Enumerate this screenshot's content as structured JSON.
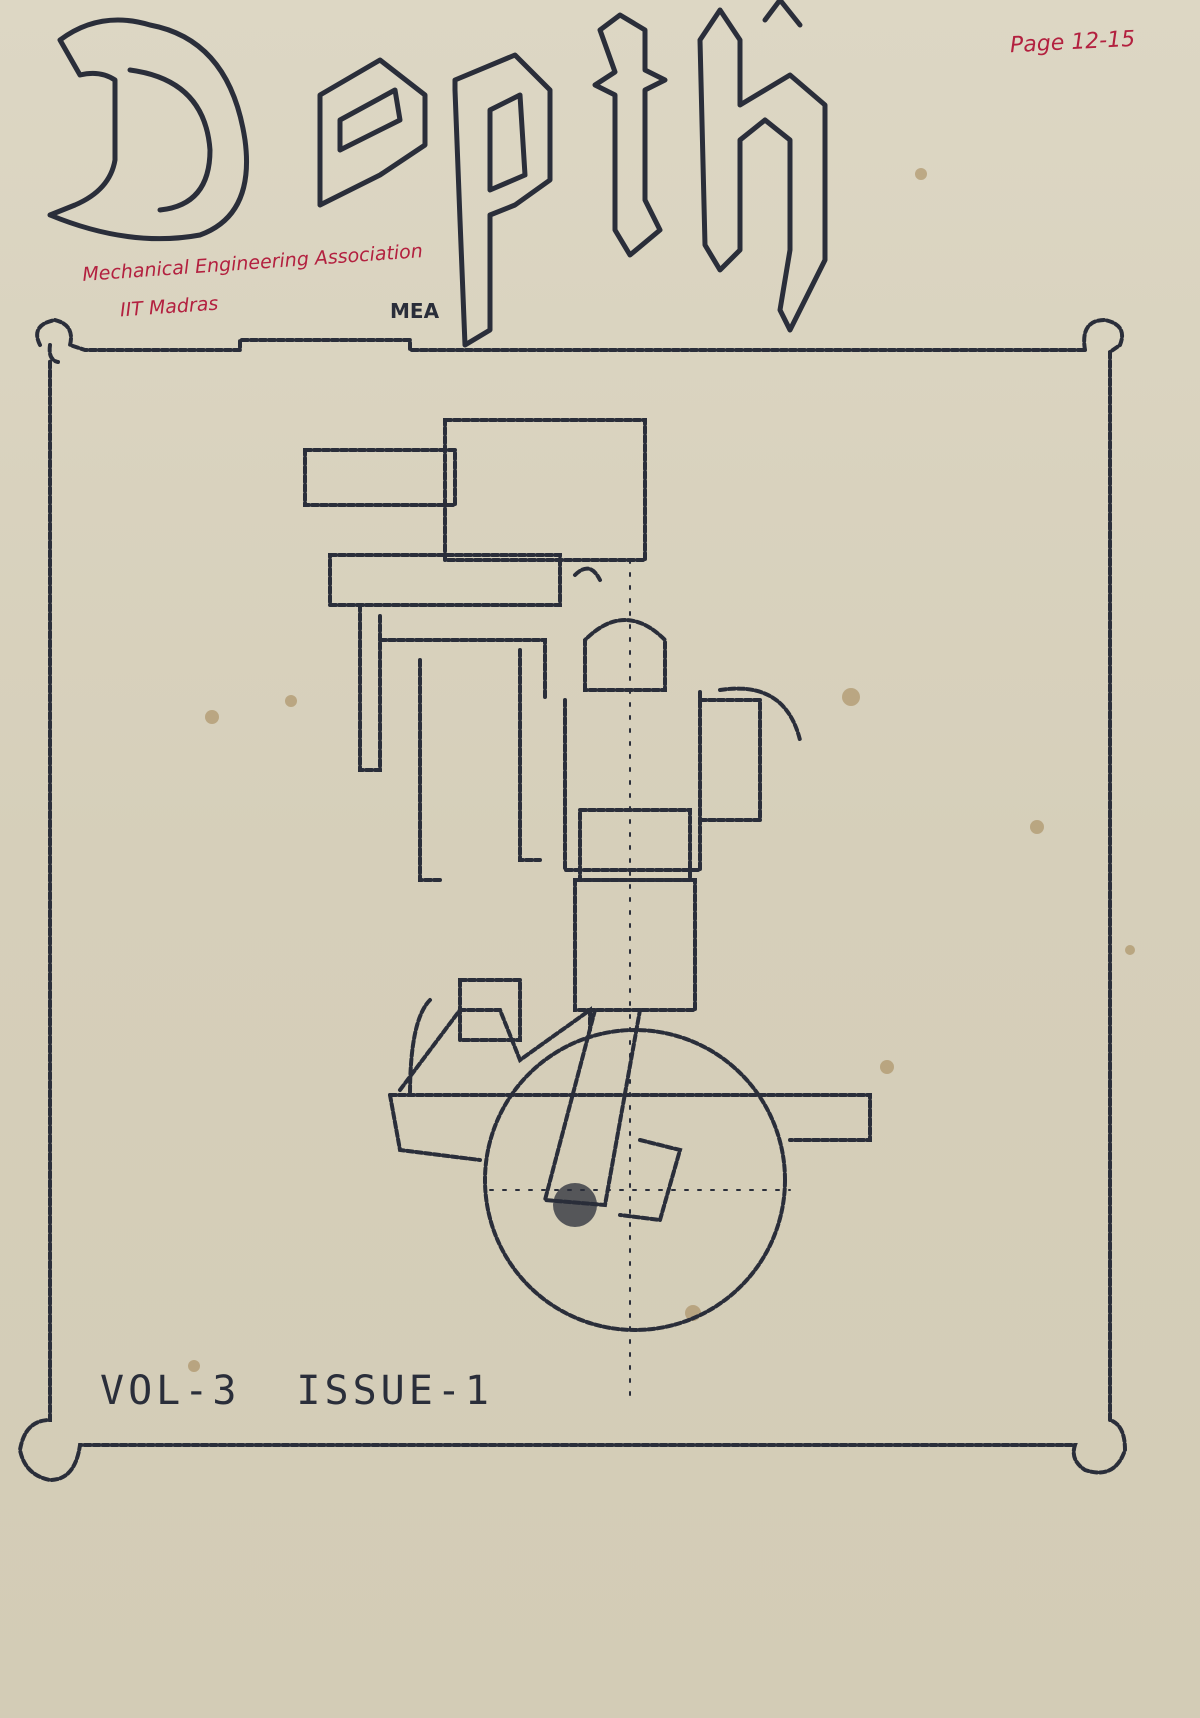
{
  "cover": {
    "title": "Depth",
    "small_mark": "MEA",
    "handwritten_org": "Mechanical Engineering Association",
    "handwritten_institute": "IIT Madras",
    "page_note": "Page 12-15",
    "volume": "VOL-3",
    "issue": "ISSUE-1"
  },
  "icons": {
    "illustration": "engine-cross-section"
  },
  "colors": {
    "paper": "#d9d3c0",
    "ink": "#2a2e3a",
    "annotation": "#b3203f"
  }
}
